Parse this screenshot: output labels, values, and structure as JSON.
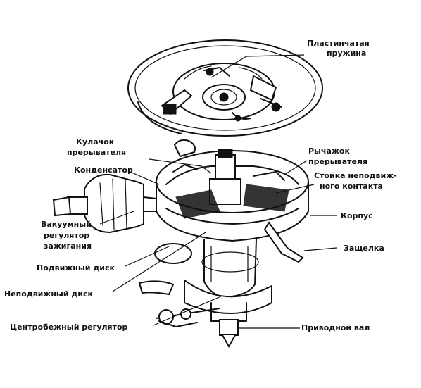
{
  "labels": {
    "plate_spring_1": "Пластинчатая",
    "plate_spring_2": "пружина",
    "breaker_cam_1": "Кулачок",
    "breaker_cam_2": "прерывателя",
    "condenser": "Конденсатор",
    "breaker_lever_1": "Рычажок",
    "breaker_lever_2": "прерывателя",
    "fixed_contact_post_1": "Стойка неподвиж-",
    "fixed_contact_post_2": "ного контакта",
    "housing": "Корпус",
    "vacuum_regulator_1": "Вакуумный",
    "vacuum_regulator_2": "регулятор",
    "vacuum_regulator_3": "зажигания",
    "latch": "Защелка",
    "movable_disk": "Подвижный диск",
    "fixed_disk": "Неподвижный диск",
    "centrifugal_regulator": "Центробежный регулятор",
    "drive_shaft": "Приводной вал"
  }
}
